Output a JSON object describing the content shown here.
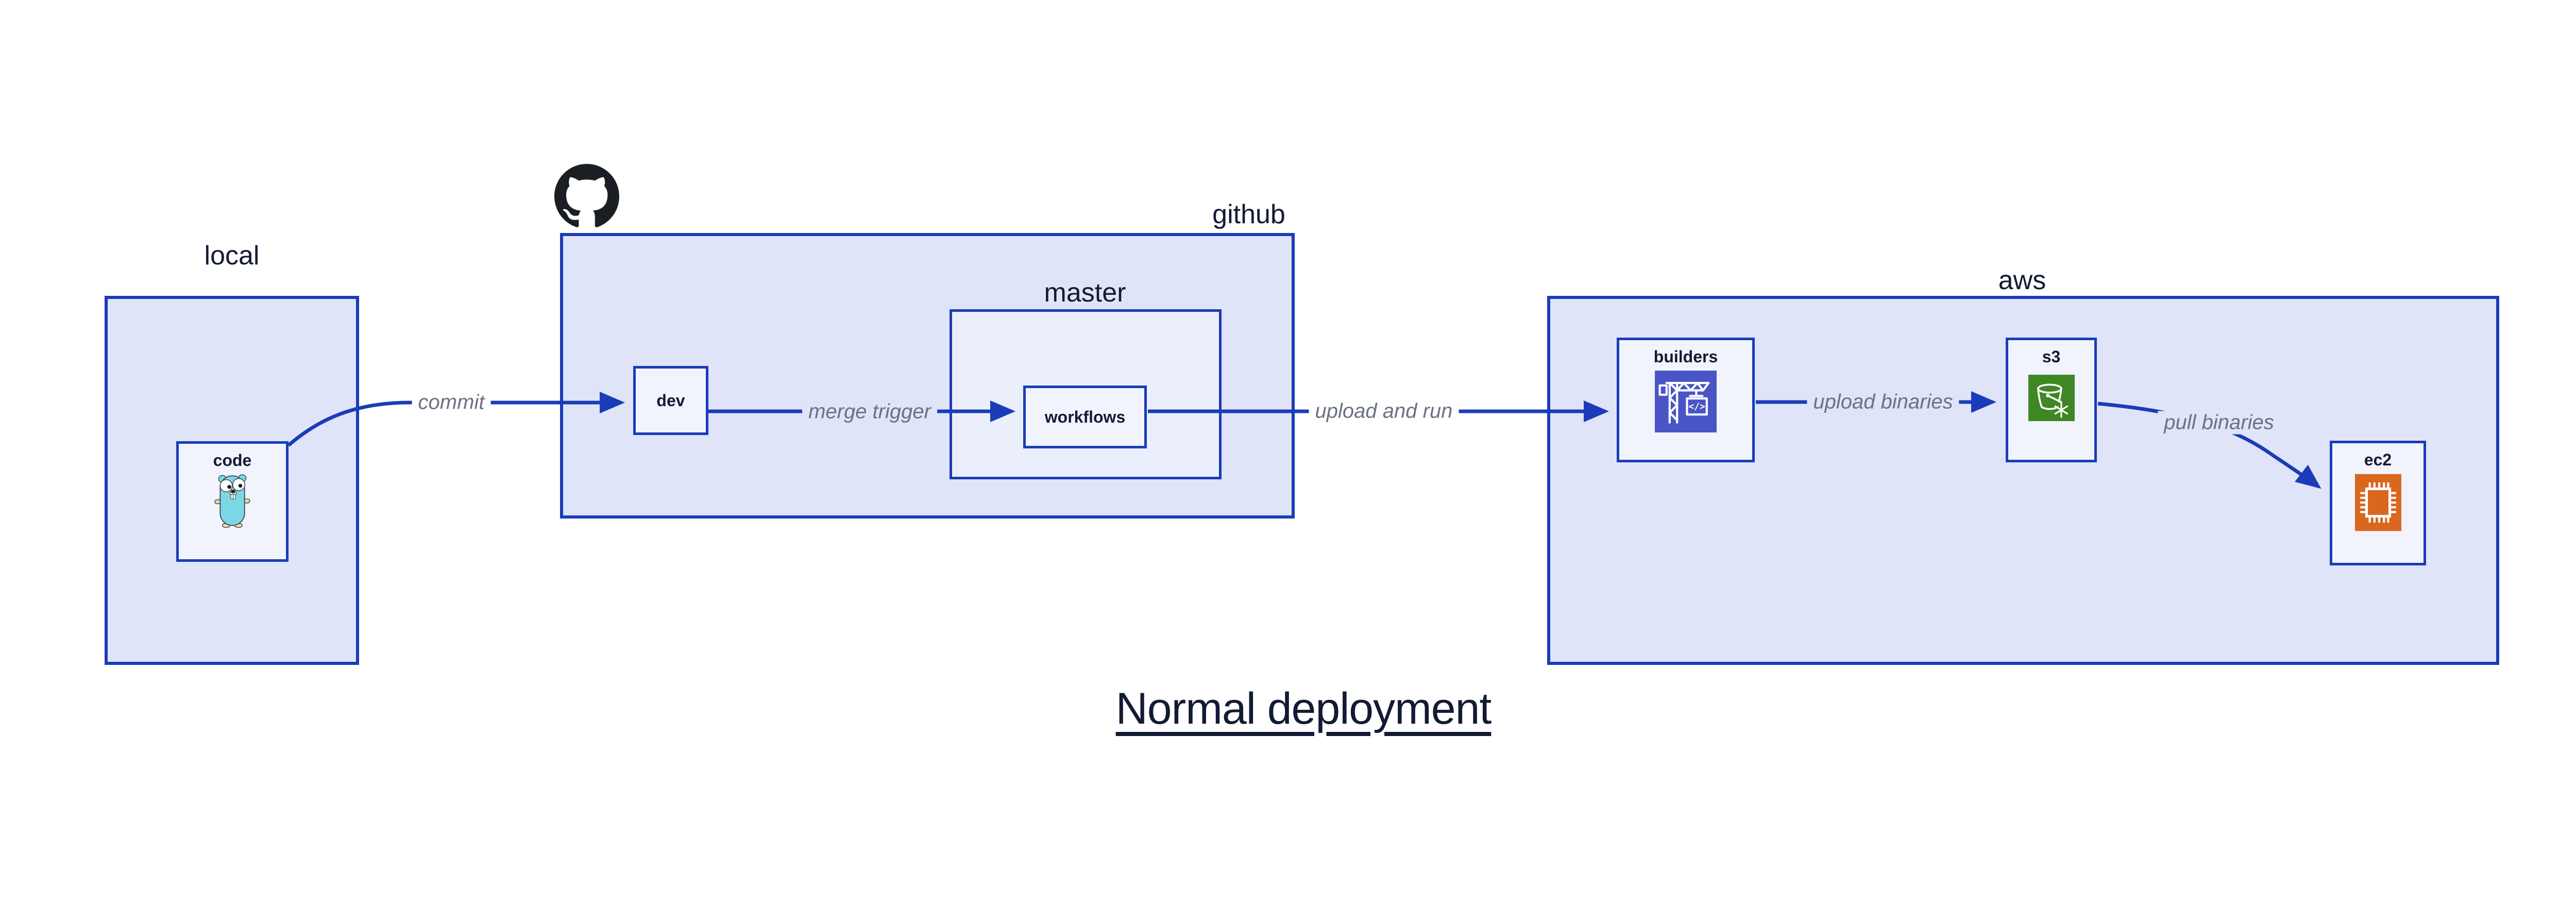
{
  "diagram": {
    "title": "Normal deployment",
    "groups": {
      "local": {
        "label": "local"
      },
      "github": {
        "label": "github"
      },
      "master": {
        "label": "master"
      },
      "aws": {
        "label": "aws"
      }
    },
    "nodes": {
      "code": {
        "label": "code",
        "icon": "go-gopher-icon"
      },
      "dev": {
        "label": "dev"
      },
      "workflows": {
        "label": "workflows"
      },
      "builders": {
        "label": "builders",
        "icon": "aws-codebuild-icon",
        "icon_glyph": "</>"
      },
      "s3": {
        "label": "s3",
        "icon": "aws-s3-glacier-icon"
      },
      "ec2": {
        "label": "ec2",
        "icon": "aws-ec2-icon"
      }
    },
    "edges": [
      {
        "from": "code",
        "to": "dev",
        "label": "commit"
      },
      {
        "from": "dev",
        "to": "workflows",
        "label": "merge trigger"
      },
      {
        "from": "workflows",
        "to": "builders",
        "label": "upload and run"
      },
      {
        "from": "builders",
        "to": "s3",
        "label": "upload binaries"
      },
      {
        "from": "s3",
        "to": "ec2",
        "label": "pull binaries"
      }
    ],
    "branding": {
      "github_logo": "octocat-icon"
    },
    "colors": {
      "background": "#ffffff",
      "group_fill": "#dfe4f8",
      "master_fill": "#ebeffb",
      "node_fill": "#f1f4fd",
      "stroke_blue": "#1b3cb8",
      "text_navy": "#131a33",
      "edge_label_gray": "#6b7280",
      "codebuild_indigo": "#4a55c5",
      "s3_glacier_green": "#3f8624",
      "ec2_orange": "#d9671d",
      "gopher_teal": "#7cd8e5",
      "octocat_black": "#1b1f23"
    }
  }
}
